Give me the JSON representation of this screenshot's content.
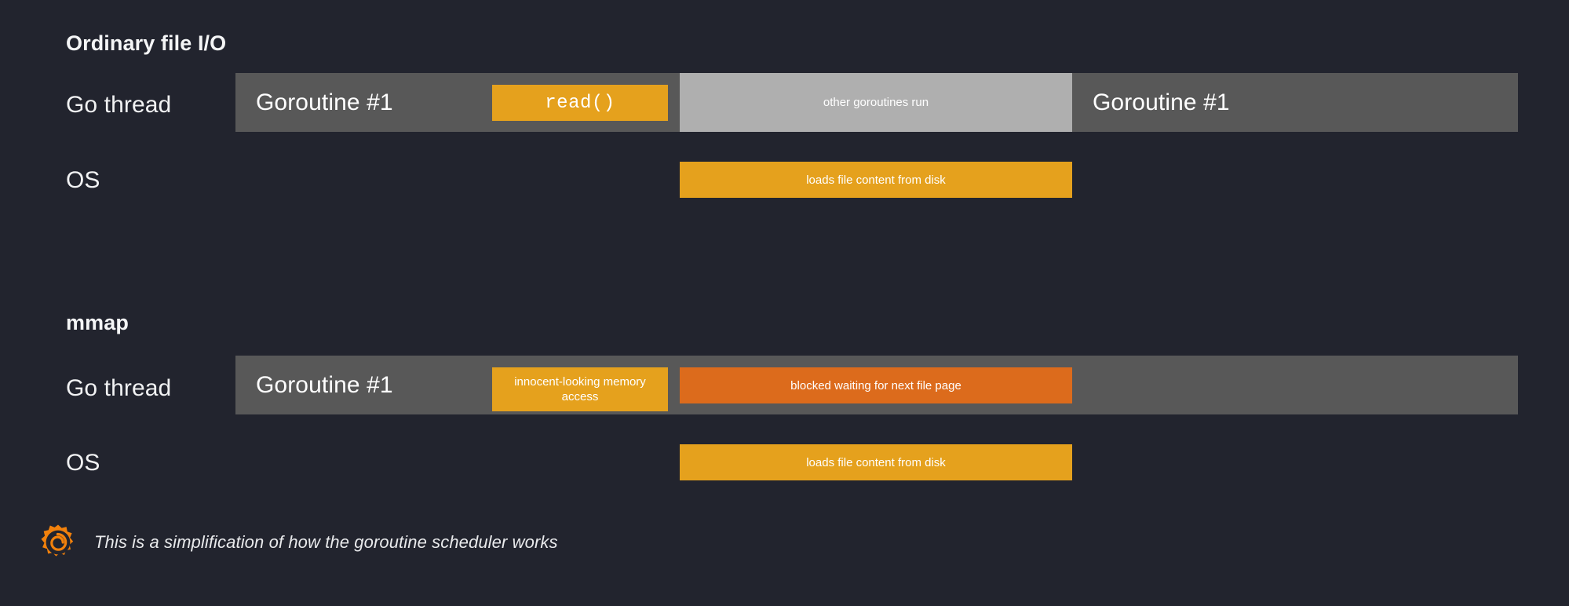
{
  "background_color": "#22242E",
  "palette": {
    "thread_bar": "#585858",
    "idle_bar": "#AFAFAF",
    "amber": "#E5A11D",
    "orange": "#DC6B1C",
    "text": "#FFFFFF",
    "logo_orange": "#F2810C"
  },
  "sections": [
    {
      "title": "Ordinary file I/O",
      "rows": [
        {
          "label": "Go thread",
          "blocks": [
            {
              "text": "Goroutine #1",
              "style": "thread"
            },
            {
              "text": "read()",
              "style": "amber-mono"
            },
            {
              "text": "other goroutines run",
              "style": "idle"
            },
            {
              "text": "Goroutine #1",
              "style": "thread"
            }
          ]
        },
        {
          "label": "OS",
          "blocks": [
            {
              "text": "loads file content from disk",
              "style": "amber"
            }
          ]
        }
      ]
    },
    {
      "title": "mmap",
      "rows": [
        {
          "label": "Go thread",
          "blocks": [
            {
              "text": "Goroutine #1",
              "style": "thread"
            },
            {
              "text": "innocent-looking memory access",
              "style": "amber"
            },
            {
              "text": "blocked waiting for next file page",
              "style": "orange"
            }
          ]
        },
        {
          "label": "OS",
          "blocks": [
            {
              "text": "loads file content from disk",
              "style": "amber"
            }
          ]
        }
      ]
    }
  ],
  "footnote": {
    "icon": "gopher-spiral-icon",
    "text": "This is a simplification of how the goroutine scheduler works"
  }
}
